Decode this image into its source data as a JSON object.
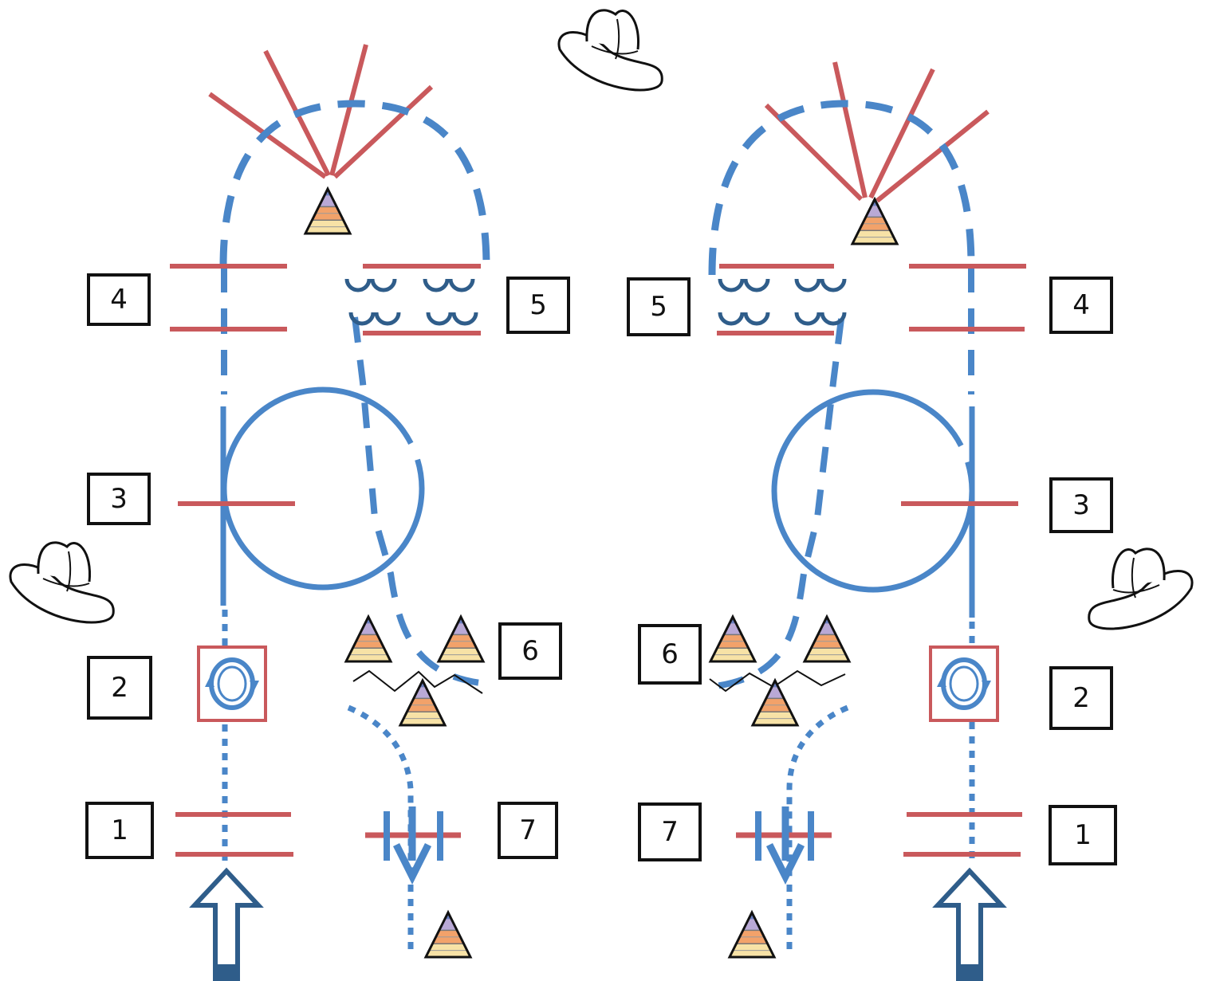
{
  "colors": {
    "path_blue": "#4a86c8",
    "membrane_red": "#c9595c",
    "arrow_dark_blue": "#2f5d8a",
    "pyramid_layers": [
      "#6a7fbf",
      "#b9a9d6",
      "#f2a26a",
      "#f7e2a6"
    ],
    "outline_black": "#111111"
  },
  "icons": [
    "cowboy-hat-icon",
    "layered-pyramid-icon",
    "sync-cycle-icon",
    "entry-arrow-icon",
    "exit-arrow-icon"
  ],
  "panels": [
    {
      "id": "left",
      "labels": {
        "l1": "1",
        "l2": "2",
        "l3": "3",
        "l4": "4",
        "l5": "5",
        "l6": "6",
        "l7": "7"
      }
    },
    {
      "id": "right",
      "labels": {
        "l1": "1",
        "l2": "2",
        "l3": "3",
        "l4": "4",
        "l5": "5",
        "l6": "6",
        "l7": "7"
      }
    }
  ]
}
